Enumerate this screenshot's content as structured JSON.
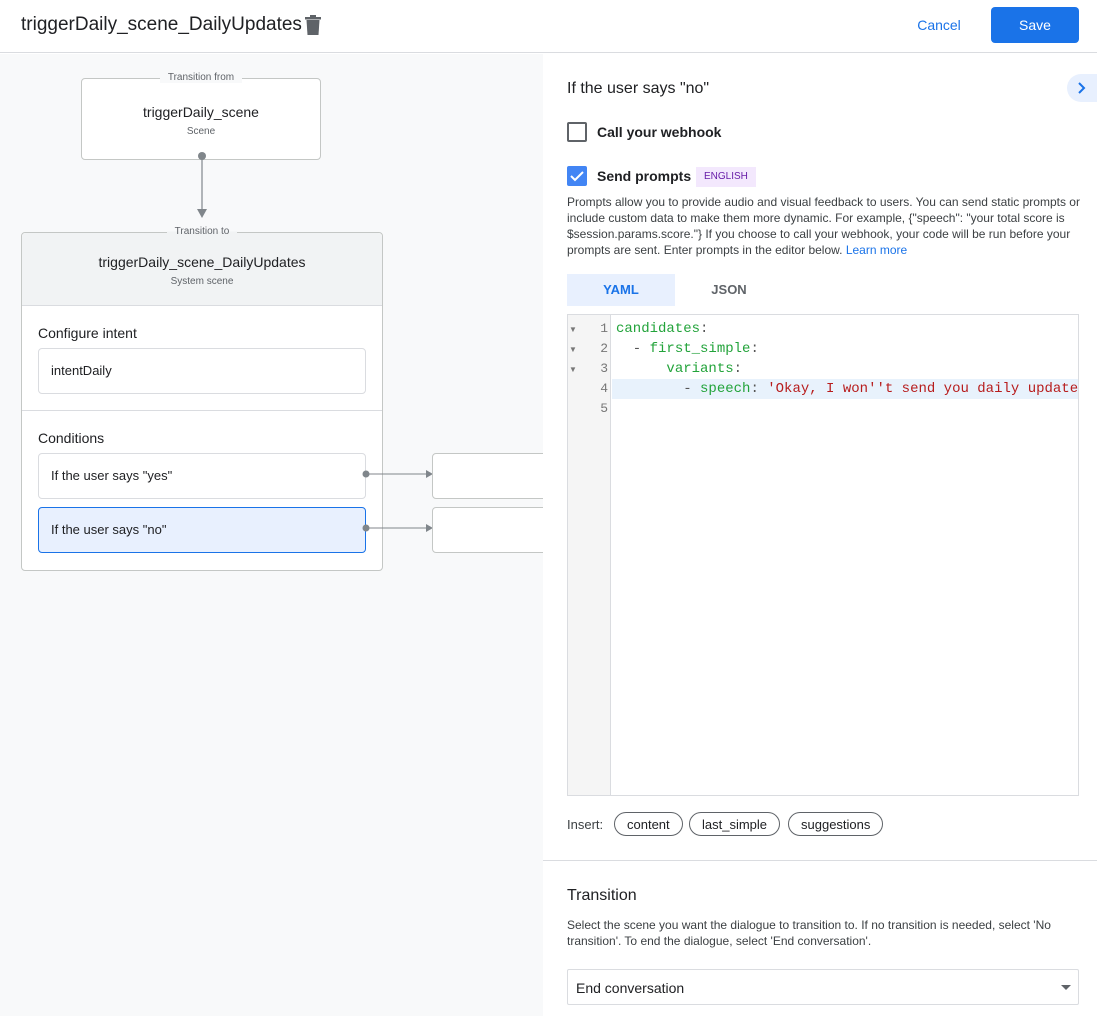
{
  "header": {
    "title": "triggerDaily_scene_DailyUpdates",
    "cancel_label": "Cancel",
    "save_label": "Save"
  },
  "canvas": {
    "from": {
      "legend": "Transition from",
      "title": "triggerDaily_scene",
      "subtitle": "Scene"
    },
    "to": {
      "legend": "Transition to",
      "title": "triggerDaily_scene_DailyUpdates",
      "subtitle": "System scene",
      "intent_heading": "Configure intent",
      "intent_value": "intentDaily",
      "conditions_heading": "Conditions",
      "conditions": [
        {
          "label": "If the user says \"yes\"",
          "selected": false
        },
        {
          "label": "If the user says \"no\"",
          "selected": true
        }
      ]
    }
  },
  "panel": {
    "heading": "If the user says \"no\"",
    "webhook_label": "Call your webhook",
    "webhook_checked": false,
    "prompts_label": "Send prompts",
    "prompts_checked": true,
    "language_badge": "ENGLISH",
    "description": "Prompts allow you to provide audio and visual feedback to users. You can send static prompts or include custom data to make them more dynamic. For example, {\"speech\": \"your total score is $session.params.score.\"} If you choose to call your webhook, your code will be run before your prompts are sent. Enter prompts in the editor below.",
    "learn_more": "Learn more",
    "tabs": [
      {
        "label": "YAML",
        "active": true
      },
      {
        "label": "JSON",
        "active": false
      }
    ],
    "code": {
      "line_numbers": [
        "1",
        "2",
        "3",
        "4",
        "5"
      ],
      "l1_key": "candidates",
      "l2_key": "first_simple",
      "l3_key": "variants",
      "l4_key": "speech",
      "l4_value": "'Okay, I won''t send you daily update"
    },
    "insert_label": "Insert:",
    "insert_chips": [
      "content",
      "last_simple",
      "suggestions"
    ],
    "transition_heading": "Transition",
    "transition_desc": "Select the scene you want the dialogue to transition to. If no transition is needed, select 'No transition'. To end the dialogue, select 'End conversation'.",
    "transition_value": "End conversation"
  },
  "colors": {
    "accent": "#1a73e8",
    "selected_bg": "#e8f0fe",
    "badge_bg": "#f3e8fd",
    "badge_fg": "#681da8"
  }
}
